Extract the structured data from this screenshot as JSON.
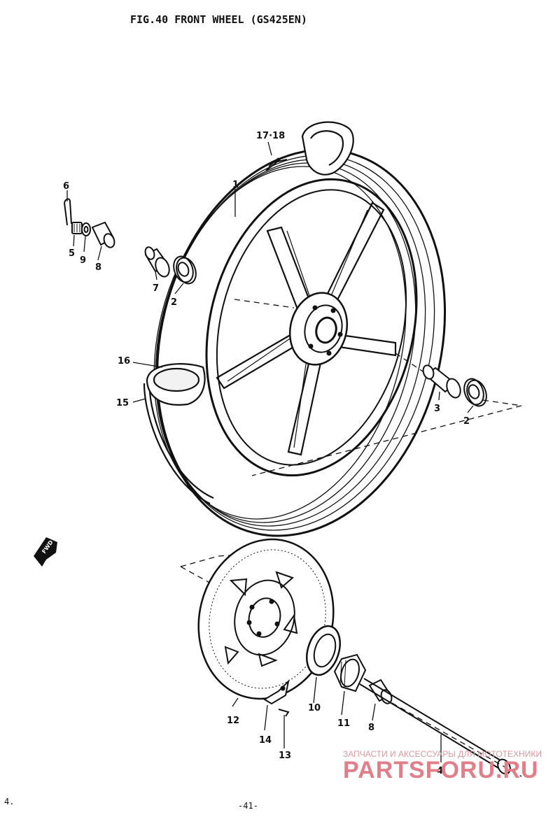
{
  "title": "FIG.40  FRONT WHEEL (GS425EN)",
  "page_number": "-41-",
  "corner_mark": "4.",
  "watermark": {
    "tagline": "ЗАПЧАСТИ И АКСЕССУАРЫ ДЛЯ МОТОТЕХНИКИ",
    "brand": "PARTSFORU.RU"
  },
  "direction_marker": "FWD",
  "callouts": {
    "tire": "1",
    "bearing_right": "2",
    "bearing_left": "2",
    "spacer_right": "3",
    "axle": "4",
    "nut": "5",
    "cotter_pin": "6",
    "spacer_left": "7",
    "collar_top": "8",
    "collar_bottom": "8",
    "washer": "9",
    "oil_seal": "10",
    "gear_box": "11",
    "brake_disc": "12",
    "disc_bolt": "13",
    "lock_washer": "14",
    "tube": "15",
    "rim_band": "16",
    "valve": "17·18"
  }
}
